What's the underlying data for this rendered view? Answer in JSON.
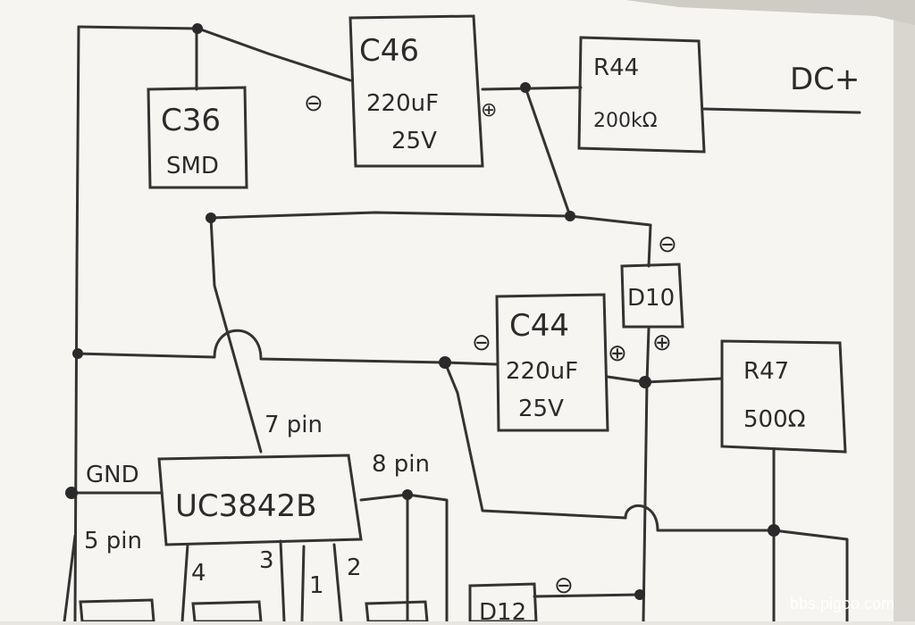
{
  "components": {
    "c46": {
      "ref": "C46",
      "value": "220uF",
      "voltage": "25V"
    },
    "c36": {
      "ref": "C36",
      "package": "SMD"
    },
    "r44": {
      "ref": "R44",
      "value": "200kΩ"
    },
    "d10": {
      "ref": "D10"
    },
    "c44": {
      "ref": "C44",
      "value": "220uF",
      "voltage": "25V"
    },
    "r47": {
      "ref": "R47",
      "value": "500Ω"
    },
    "ic": {
      "ref": "UC3842B"
    },
    "d12": {
      "ref": "D12"
    }
  },
  "labels": {
    "dc_plus": "DC+",
    "gnd": "GND",
    "pin5": "5 pin",
    "pin7": "7 pin",
    "pin8": "8 pin",
    "pin4": "4",
    "pin3": "3",
    "pin1": "1",
    "pin2": "2"
  },
  "polarity": {
    "minus": "⊖",
    "plus": "⊕"
  },
  "watermark": "bbs.pigoo.com"
}
